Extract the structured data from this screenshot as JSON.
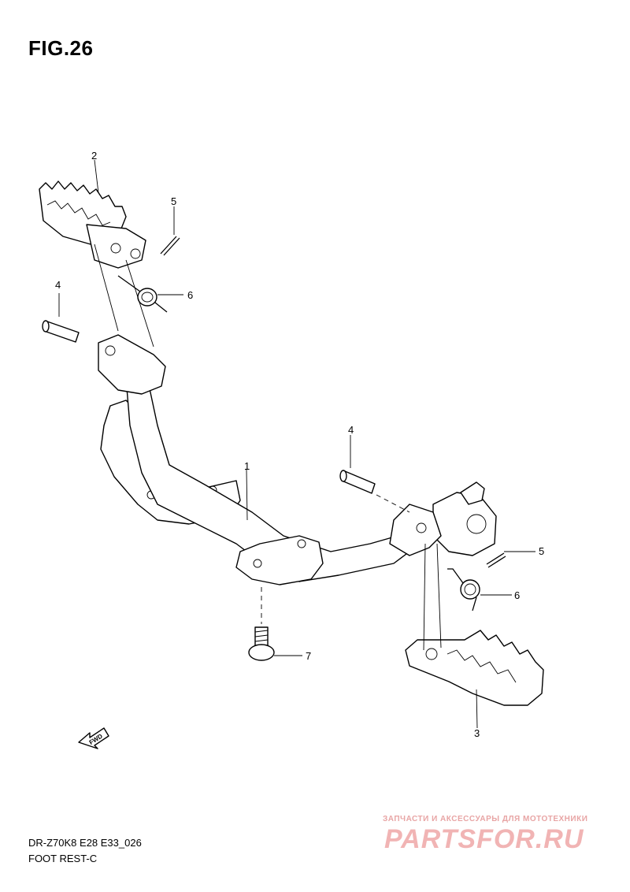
{
  "figure": {
    "title": "FIG.26"
  },
  "callouts": {
    "c1": "1",
    "c2": "2",
    "c3": "3",
    "c4_left": "4",
    "c4_right": "4",
    "c5_left": "5",
    "c5_right": "5",
    "c6_left": "6",
    "c6_right": "6",
    "c7": "7"
  },
  "direction_arrow": {
    "label": "FWD"
  },
  "footer": {
    "model_code": "DR-Z70K8 E28 E33_026",
    "section_name": "FOOT REST-C"
  },
  "watermark": {
    "subtitle": "ЗАПЧАСТИ И АКСЕССУАРЫ ДЛЯ МОТОТЕХНИКИ",
    "brand": "PARTSFOR.RU"
  }
}
